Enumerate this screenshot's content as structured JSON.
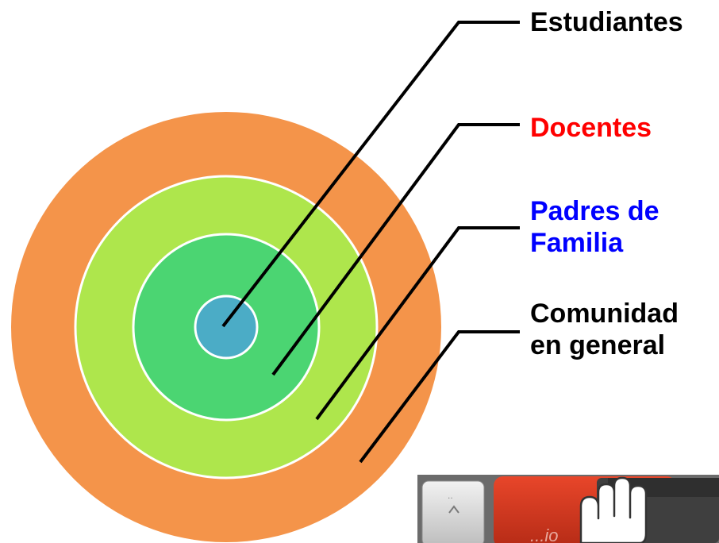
{
  "colors": {
    "outer_ring": "#F4944A",
    "middle_ring": "#AEE64C",
    "inner_ring": "#4BD572",
    "center": "#4BACC6",
    "ring_separator": "#ffffff",
    "leader_line": "#000000"
  },
  "labels": {
    "estudiantes": {
      "text": "Estudiantes",
      "color": "#000000"
    },
    "docentes": {
      "text": "Docentes",
      "color": "#FF0000"
    },
    "padres": {
      "line1": "Padres de",
      "line2": "Familia",
      "color": "#0000FF"
    },
    "comunidad": {
      "line1": "Comunidad",
      "line2": "en general",
      "color": "#000000"
    }
  },
  "photo": {
    "icon": "hand-cursor-keyboard-icon"
  }
}
